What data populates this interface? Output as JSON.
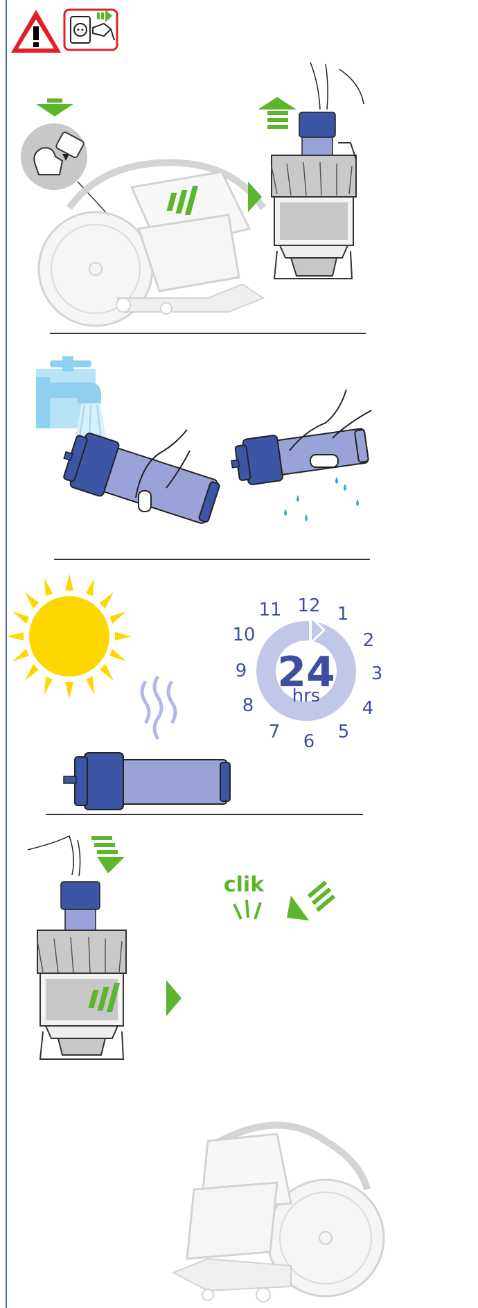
{
  "colors": {
    "warning_red": "#e31e24",
    "arrow_green": "#5cb52c",
    "filter_blue": "#3c55a5",
    "filter_lavender": "#9aa3d8",
    "water_blue": "#9fd6f0",
    "sun_yellow": "#ffd700",
    "clock_ring": "#c2c6e8",
    "text_blue": "#3f4fa0",
    "machine_grey": "#cfcfcf"
  },
  "icons": {
    "warning": "warning-triangle-icon",
    "unplug": "unplug-icon",
    "button_press": "release-button-icon"
  },
  "clock": {
    "hours": [
      "12",
      "1",
      "2",
      "3",
      "4",
      "5",
      "6",
      "7",
      "8",
      "9",
      "10",
      "11"
    ],
    "duration": "24",
    "unit": "hrs"
  },
  "sound": {
    "label": "clik"
  }
}
